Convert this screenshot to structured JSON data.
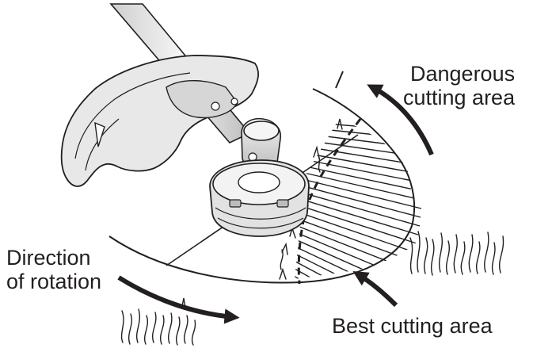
{
  "labels": {
    "dangerous_line1": "Dangerous",
    "dangerous_line2": "cutting area",
    "direction_line1": "Direction",
    "direction_line2": "of rotation",
    "best": "Best cutting area"
  },
  "colors": {
    "ink": "#231f20",
    "tool_body": "#e6e6e6",
    "tool_shadow": "#b5b5b5",
    "background": "#ffffff"
  }
}
